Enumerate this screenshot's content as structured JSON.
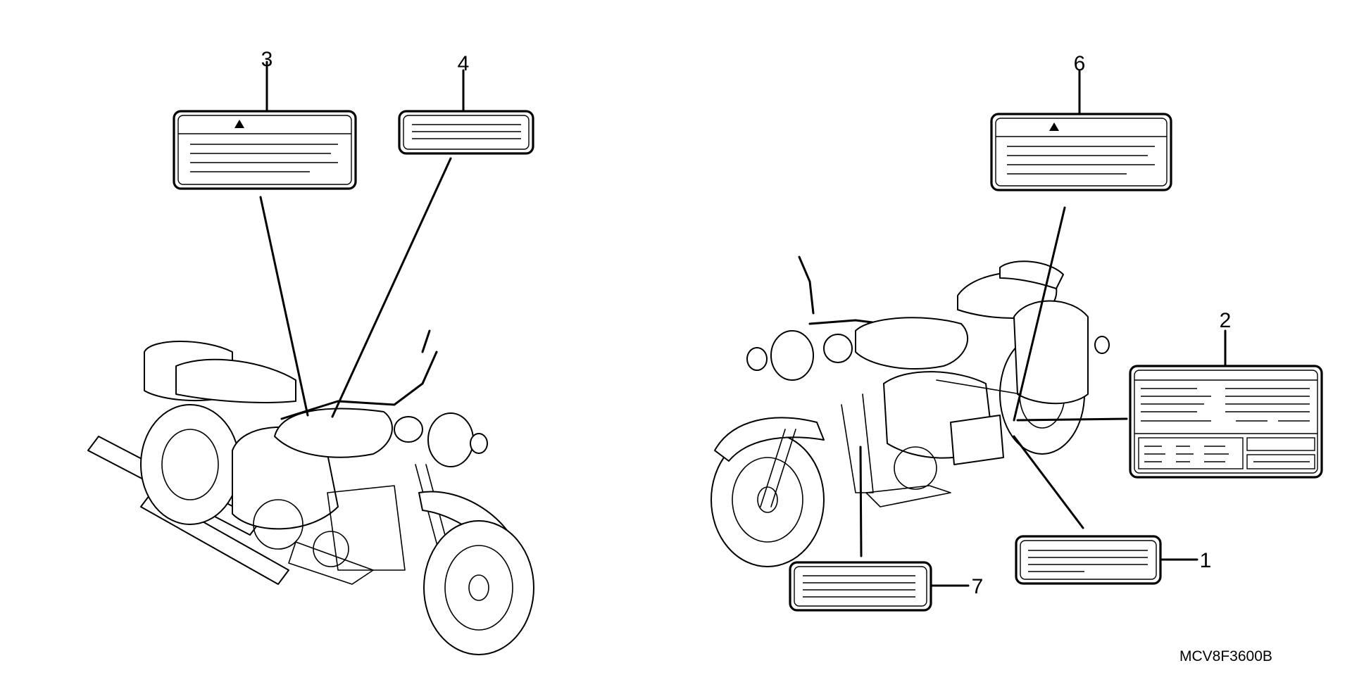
{
  "callouts": {
    "c1": "1",
    "c2": "2",
    "c3": "3",
    "c4": "4",
    "c6": "6",
    "c7": "7"
  },
  "diagram_code": "MCV8F3600B",
  "icons": {
    "warning": "warning-triangle-icon",
    "motorcycle": "motorcycle-icon"
  }
}
